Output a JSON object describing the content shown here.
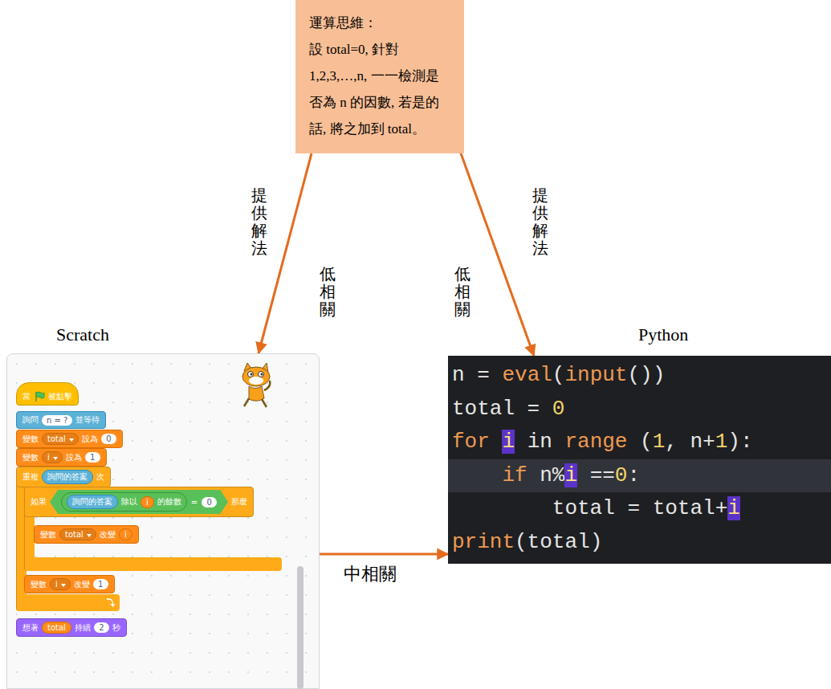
{
  "diagram": {
    "nodes": [
      {
        "text": [
          "運算思維：",
          "設 total=0, 針對 1,2,3,…,n, 一一檢測是否為 n 的因數, 若是的話, 將之加到 total。"
        ]
      },
      {
        "text": [
          "Scratch"
        ]
      },
      {
        "text": [
          "Python",
          "n = eval(input())",
          "total = 0",
          "for i in range (1, n+1):",
          "if n%i ==0:",
          "total = total+i",
          "print(total)"
        ]
      }
    ],
    "edges": [
      {
        "from": 0,
        "to": 1,
        "arrow": "to",
        "label": "提供解法"
      },
      {
        "from": 0,
        "to": 2,
        "arrow": "to",
        "label": "提供解法"
      },
      {
        "from": 1,
        "to": 2,
        "arrow": "to",
        "label": "中相關"
      }
    ],
    "labels": [
      "低相關",
      "低相關",
      "當",
      "被點擊",
      "詢問",
      "n = ?",
      "並等待",
      "變數",
      "total",
      "設為",
      "0",
      "變數",
      "i",
      "設為",
      "1",
      "重複",
      "詢問的答案",
      "次",
      "如果",
      "詢問的答案",
      "除以",
      "i",
      "的餘數",
      "=",
      "0",
      "那麼",
      "變數",
      "total",
      "改變",
      "i",
      "變數",
      "i",
      "改變",
      "1",
      "想著",
      "total",
      "持續",
      "2",
      "秒"
    ]
  }
}
